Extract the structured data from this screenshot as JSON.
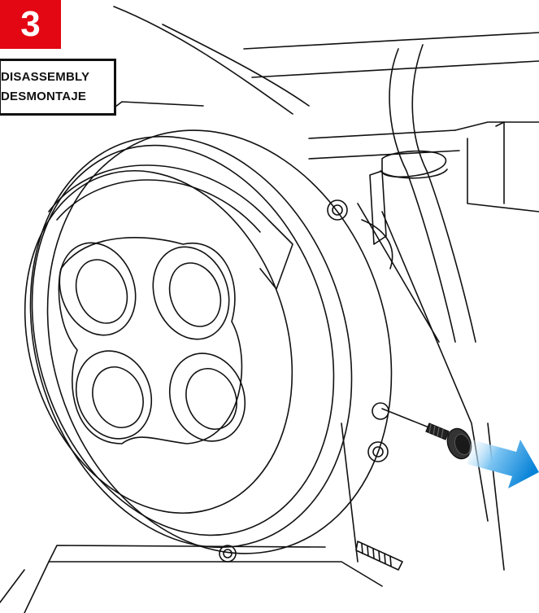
{
  "step": {
    "number": "3",
    "label_en": "DISASSEMBLY",
    "label_es": "DESMONTAJE"
  },
  "colors": {
    "badge": "#e30613",
    "arrow": "#1e90e0",
    "line": "#111111"
  }
}
